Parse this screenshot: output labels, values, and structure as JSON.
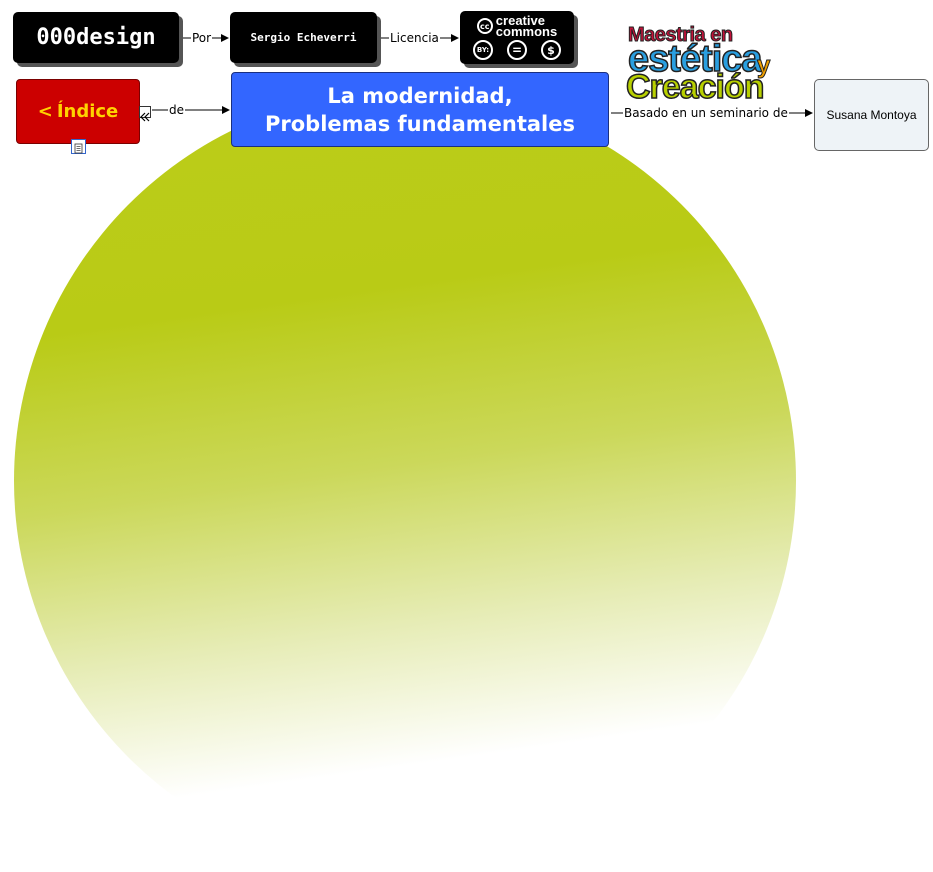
{
  "nodes": {
    "author_brand": "000design",
    "person": "Sergio Echeverri",
    "license": {
      "line1": "creative",
      "line2": "commons",
      "cc": "cc",
      "by": "BY:",
      "nd": "=",
      "nc": "$"
    },
    "index": {
      "arrow": "<",
      "label": "Índice"
    },
    "main": {
      "line1": "La modernidad,",
      "line2": "Problemas fundamentales"
    },
    "seminar_author": "Susana Montoya"
  },
  "links": {
    "por": "Por",
    "licencia": "Licencia",
    "de": "de",
    "basado": "Basado en un seminario de"
  },
  "logo": {
    "line1": "Maestria en",
    "line2": "estética",
    "line2b": "y",
    "line3": "Creación"
  },
  "colors": {
    "main_node": "#3366ff",
    "index_node": "#cc0000",
    "index_text": "#ffd200",
    "blob": "#bccc1a"
  }
}
